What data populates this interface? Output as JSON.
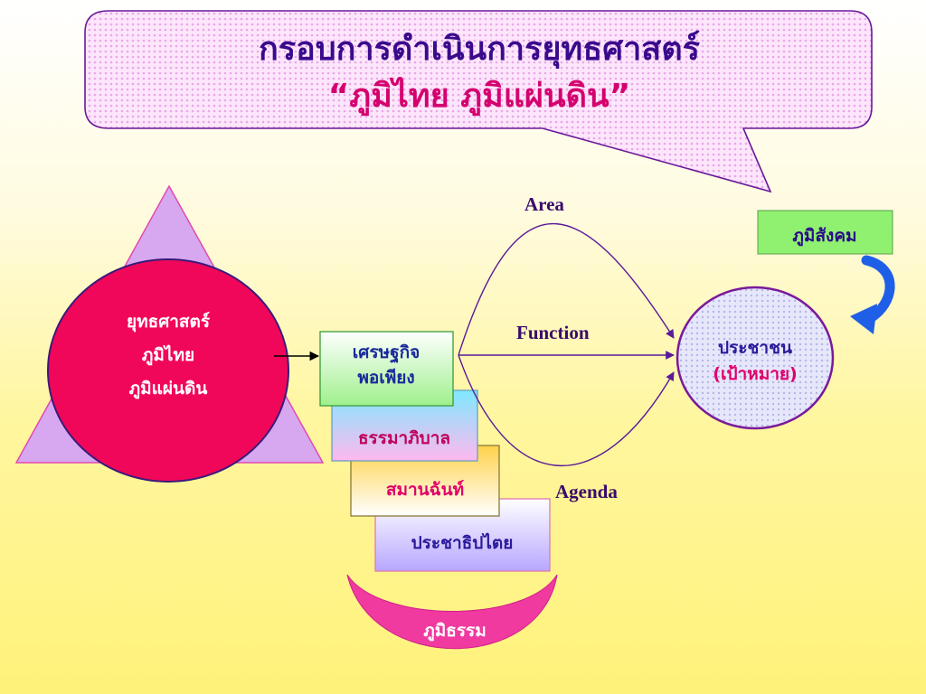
{
  "title": {
    "line1": "กรอบการดำเนินการยุทธศาสตร์",
    "line2": "“ภูมิไทย  ภูมิแผ่นดิน”"
  },
  "strategy_circle": {
    "line1": "ยุทธศาสตร์",
    "line2": "ภูมิไทย",
    "line3": "ภูมิแผ่นดิน"
  },
  "stack_boxes": {
    "economy_line1": "เศรษฐกิจ",
    "economy_line2": "พอเพียง",
    "governance": "ธรรมาภิบาล",
    "harmony": "สมานฉันท์",
    "democracy": "ประชาธิปไตย"
  },
  "arrows": {
    "area": "Area",
    "function": "Function",
    "agenda": "Agenda"
  },
  "target_circle": {
    "line1": "ประชาชน",
    "line2": "(เป้าหมาย)"
  },
  "social_box": "ภูมิสังคม",
  "bowl_label": "ภูมิธรรม",
  "colors": {
    "title": "#3a0a8c",
    "title_quote": "#d4006e",
    "strategy_circle": "#f0075a",
    "triangle": "#d7a8ef",
    "target_circle": "#d8d8f8",
    "bowl": "#f03aa0",
    "social_box": "#90f070",
    "curly_arrow": "#1f5fe8"
  }
}
